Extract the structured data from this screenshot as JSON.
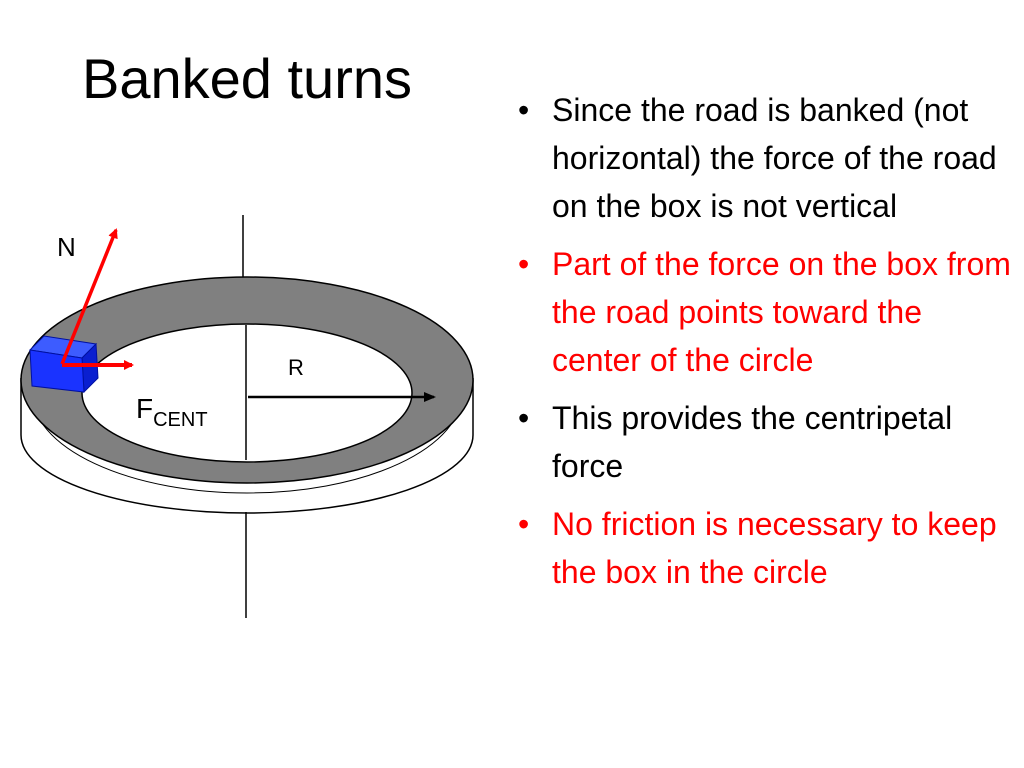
{
  "slide": {
    "title": "Banked turns"
  },
  "diagram": {
    "labels": {
      "normal": "N",
      "radius": "R",
      "force_main": "F",
      "force_sub": "CENT"
    },
    "colors": {
      "force_arrow": "#ff0000",
      "box": "#1a33ff",
      "road": "#808080",
      "radius_arrow": "#000000"
    }
  },
  "bullets": [
    {
      "text": "Since the road is banked (not horizontal) the force of the road on the box is not vertical",
      "color": "#000000"
    },
    {
      "text": "Part of the force on the box from the road points toward the center of the circle",
      "color": "#ff0000"
    },
    {
      "text": "This provides the centripetal force",
      "color": "#000000"
    },
    {
      "text": "No friction is necessary to keep the box in the circle",
      "color": "#ff0000"
    }
  ],
  "bullet_symbol": "•"
}
